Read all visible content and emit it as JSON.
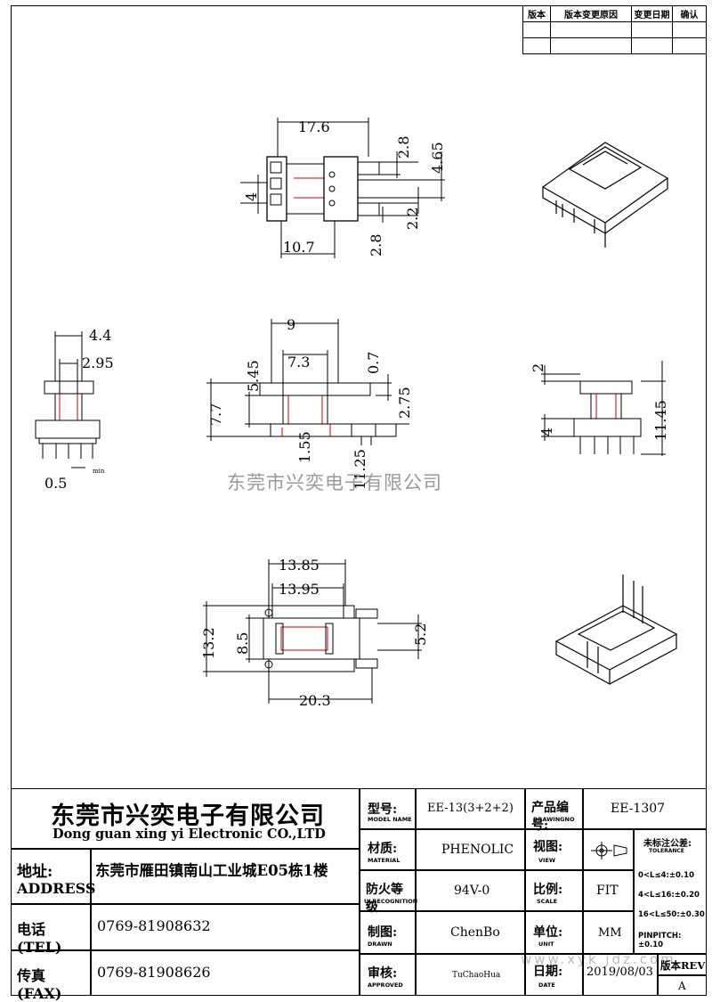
{
  "revision_table": {
    "headers": [
      "版本",
      "版本变更原因",
      "变更日期",
      "确认"
    ]
  },
  "dimensions": {
    "top_view": {
      "A": "17.6",
      "B": "2.8",
      "C": "4.65",
      "D": "4",
      "E": "10.7",
      "F": "2.8",
      "G": "2.2"
    },
    "front_view": {
      "H": "4.4",
      "I": "2.95",
      "J": "0.5",
      "J_note": "min",
      "M": "9",
      "N": "7.3",
      "L": "5.45",
      "K": "7.7",
      "O": "0.7",
      "P": "2.75",
      "Q": "1.55",
      "R": "11.25"
    },
    "side_view": {
      "S": "2",
      "U": "4",
      "T": "11.45"
    },
    "bottom_view": {
      "V": "13.85",
      "W": "13.95",
      "X": "13.2",
      "Y": "8.5",
      "Z": "5.2",
      "AA": "20.3"
    }
  },
  "watermark": "东莞市兴奕电子有限公司",
  "watermark_url": "www.xyk jdz.com",
  "title_block": {
    "company_cn": "东莞市兴奕电子有限公司",
    "company_en": "Dong guan xing yi Electronic CO.,LTD",
    "address_label_cn": "地址:",
    "address_label_en": "ADDRESS",
    "address": "东莞市雁田镇南山工业城E05栋1楼",
    "tel_label": "电话(TEL)",
    "tel": "0769-81908632",
    "fax_label": "传真(FAX)",
    "fax": "0769-81908626",
    "model_label": "型号:",
    "model_sub": "MODEL NAME",
    "model": "EE-13(3+2+2)",
    "material_label": "材质:",
    "material_sub": "MATERIAL",
    "material": "PHENOLIC",
    "fire_label": "防火等级",
    "fire_sub": "ULRECOGNITION",
    "fire": "94V-0",
    "drawn_label": "制图:",
    "drawn_sub": "DRAWN",
    "drawn": "ChenBo",
    "approved_label": "审核:",
    "approved_sub": "APPROVED",
    "approved": "TuChaoHua",
    "part_label": "产品编号:",
    "part_sub": "DRAWINGNO",
    "part_no": "EE-1307",
    "view_label": "视图:",
    "view_sub": "VIEW",
    "scale_label": "比例:",
    "scale_sub": "SCALE",
    "scale": "FIT",
    "unit_label": "单位:",
    "unit_sub": "UNIT",
    "unit": "MM",
    "date_label": "日期:",
    "date_sub": "DATE",
    "date": "2019/08/03",
    "tolerance_title": "未标注公差:",
    "tolerance_sub": "TOLERANCE",
    "tolerances": [
      "0<L≤4:±0.10",
      "4<L≤16:±0.20",
      "16<L≤50:±0.30",
      "PINPITCH:±0.10"
    ],
    "rev_label": "版本REV",
    "rev": "A"
  }
}
